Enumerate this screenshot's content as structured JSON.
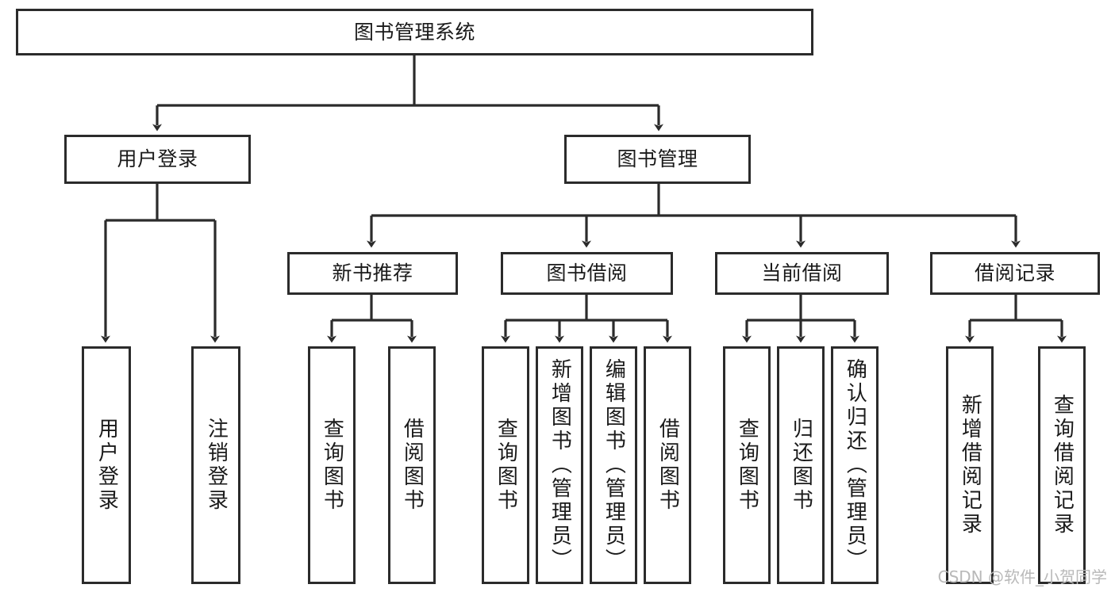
{
  "diagram": {
    "type": "tree-hierarchy",
    "orientation": "top-down",
    "root": {
      "id": "root",
      "label": "图书管理系统"
    },
    "level2": [
      {
        "id": "user-login",
        "label": "用户登录"
      },
      {
        "id": "book-management",
        "label": "图书管理"
      }
    ],
    "level3": [
      {
        "id": "new-book-recommend",
        "label": "新书推荐",
        "parent": "book-management"
      },
      {
        "id": "book-borrow",
        "label": "图书借阅",
        "parent": "book-management"
      },
      {
        "id": "current-borrow",
        "label": "当前借阅",
        "parent": "book-management"
      },
      {
        "id": "borrow-record",
        "label": "借阅记录",
        "parent": "book-management"
      }
    ],
    "leaves": [
      {
        "id": "leaf-user-login",
        "label": "用户登录",
        "parent": "user-login"
      },
      {
        "id": "leaf-logout-login",
        "label": "注销登录",
        "parent": "user-login"
      },
      {
        "id": "leaf-query-book-1",
        "label": "查询图书",
        "parent": "new-book-recommend"
      },
      {
        "id": "leaf-borrow-book-1",
        "label": "借阅图书",
        "parent": "new-book-recommend"
      },
      {
        "id": "leaf-query-book-2",
        "label": "查询图书",
        "parent": "book-borrow"
      },
      {
        "id": "leaf-add-book",
        "label": "新增图书（管理员）",
        "parent": "book-borrow"
      },
      {
        "id": "leaf-edit-book",
        "label": "编辑图书（管理员）",
        "parent": "book-borrow"
      },
      {
        "id": "leaf-borrow-book-2",
        "label": "借阅图书",
        "parent": "book-borrow"
      },
      {
        "id": "leaf-query-book-3",
        "label": "查询图书",
        "parent": "current-borrow"
      },
      {
        "id": "leaf-return-book",
        "label": "归还图书",
        "parent": "current-borrow"
      },
      {
        "id": "leaf-confirm-return",
        "label": "确认归还（管理员）",
        "parent": "current-borrow"
      },
      {
        "id": "leaf-add-record",
        "label": "新增借阅记录",
        "parent": "borrow-record"
      },
      {
        "id": "leaf-query-record",
        "label": "查询借阅记录",
        "parent": "borrow-record"
      }
    ],
    "colors": {
      "stroke": "#2b2b2b",
      "fill": "#ffffff",
      "text": "#1a1a1a",
      "watermark": "#b9b9b9"
    }
  },
  "watermark": {
    "text": "CSDN @软件_小贺同学"
  }
}
